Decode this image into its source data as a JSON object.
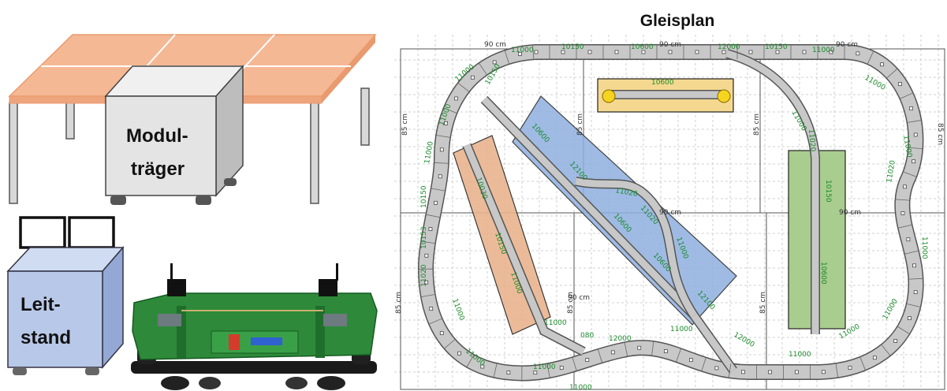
{
  "title": "Gleisplan",
  "left_labels": {
    "modultraeger_line1": "Modul-",
    "modultraeger_line2": "träger",
    "leitstand_line1": "Leit-",
    "leitstand_line2": "stand"
  },
  "dimensions": {
    "top_left": "90 cm",
    "top_center": "90 cm",
    "top_right": "90 cm",
    "middle_center": "90 cm",
    "middle_right": "90 cm",
    "bottom_center": "90 cm",
    "side_left": "85 cm",
    "side_center_a": "85 cm",
    "side_center_b": "85 cm",
    "side_right": "85 cm",
    "lower_left": "85 cm",
    "lower_center": "85 cm",
    "lower_right": "85 cm"
  },
  "track_labels": {
    "top_a": "11000",
    "top_b": "10150",
    "top_c": "10600",
    "top_d": "12000",
    "top_e": "10150",
    "top_f": "11000",
    "left_a": "11000",
    "left_b": "11000",
    "left_c": "11000",
    "left_d": "10150",
    "left_e": "10153",
    "left_f": "11020",
    "left_g": "11000",
    "right_a": "11000",
    "right_b": "11000",
    "right_c": "11020",
    "right_d": "11000",
    "right_e": "11000",
    "bottom_a": "11000",
    "bottom_b": "11000",
    "bottom_c": "080",
    "bottom_d": "12000",
    "bottom_e": "11000",
    "bottom_f": "12000",
    "bottom_g": "11000",
    "bottom_h": "11000",
    "bottom_i": "11000",
    "blue_a": "10600",
    "blue_b": "12100",
    "blue_c": "11020",
    "blue_d": "11020",
    "blue_e": "10600",
    "blue_f": "11000",
    "blue_g": "10600",
    "blue_h": "12100",
    "orange_a": "10030",
    "orange_b": "10150",
    "orange_c": "11000",
    "orange_d": "11000",
    "yellow_a": "10600",
    "green_a": "11020",
    "green_b": "10150",
    "green_c": "10600",
    "cross_a": "10150",
    "cross_b": "11000"
  },
  "colors": {
    "tabletop": "#f5b894",
    "tabletop_edge": "#e99a6e",
    "modultraeger": "#e4e4e4",
    "leitstand": "#b8c8e8",
    "track": "#c8c8c8",
    "track_edge": "#555555",
    "siding_blue": "#8fb0e0",
    "siding_orange": "#e9b48e",
    "siding_yellow": "#f5d890",
    "siding_green": "#a9cc8f",
    "label_green": "#1a8a2a",
    "grid": "#bbbbbb"
  }
}
